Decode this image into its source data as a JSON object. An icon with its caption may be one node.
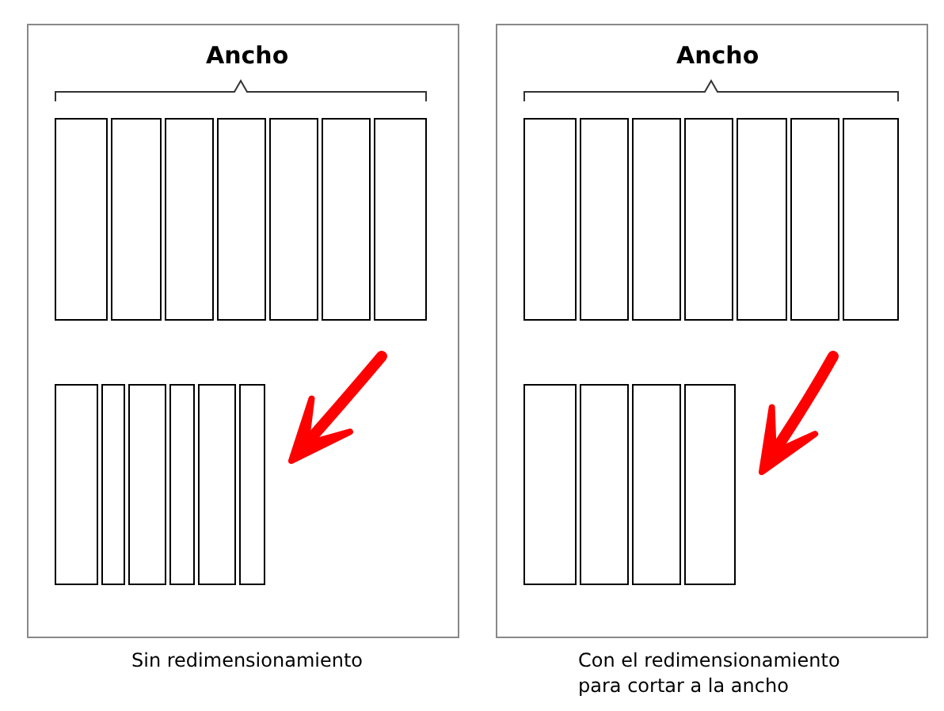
{
  "diagram": {
    "nodes": [
      {
        "text": [
          "Ancho"
        ],
        "beside": [
          "Sin redimensionamiento"
        ]
      },
      {
        "text": [
          "Ancho"
        ],
        "beside": [
          "Con el redimensionamiento para cortar a la ancho"
        ]
      }
    ]
  }
}
